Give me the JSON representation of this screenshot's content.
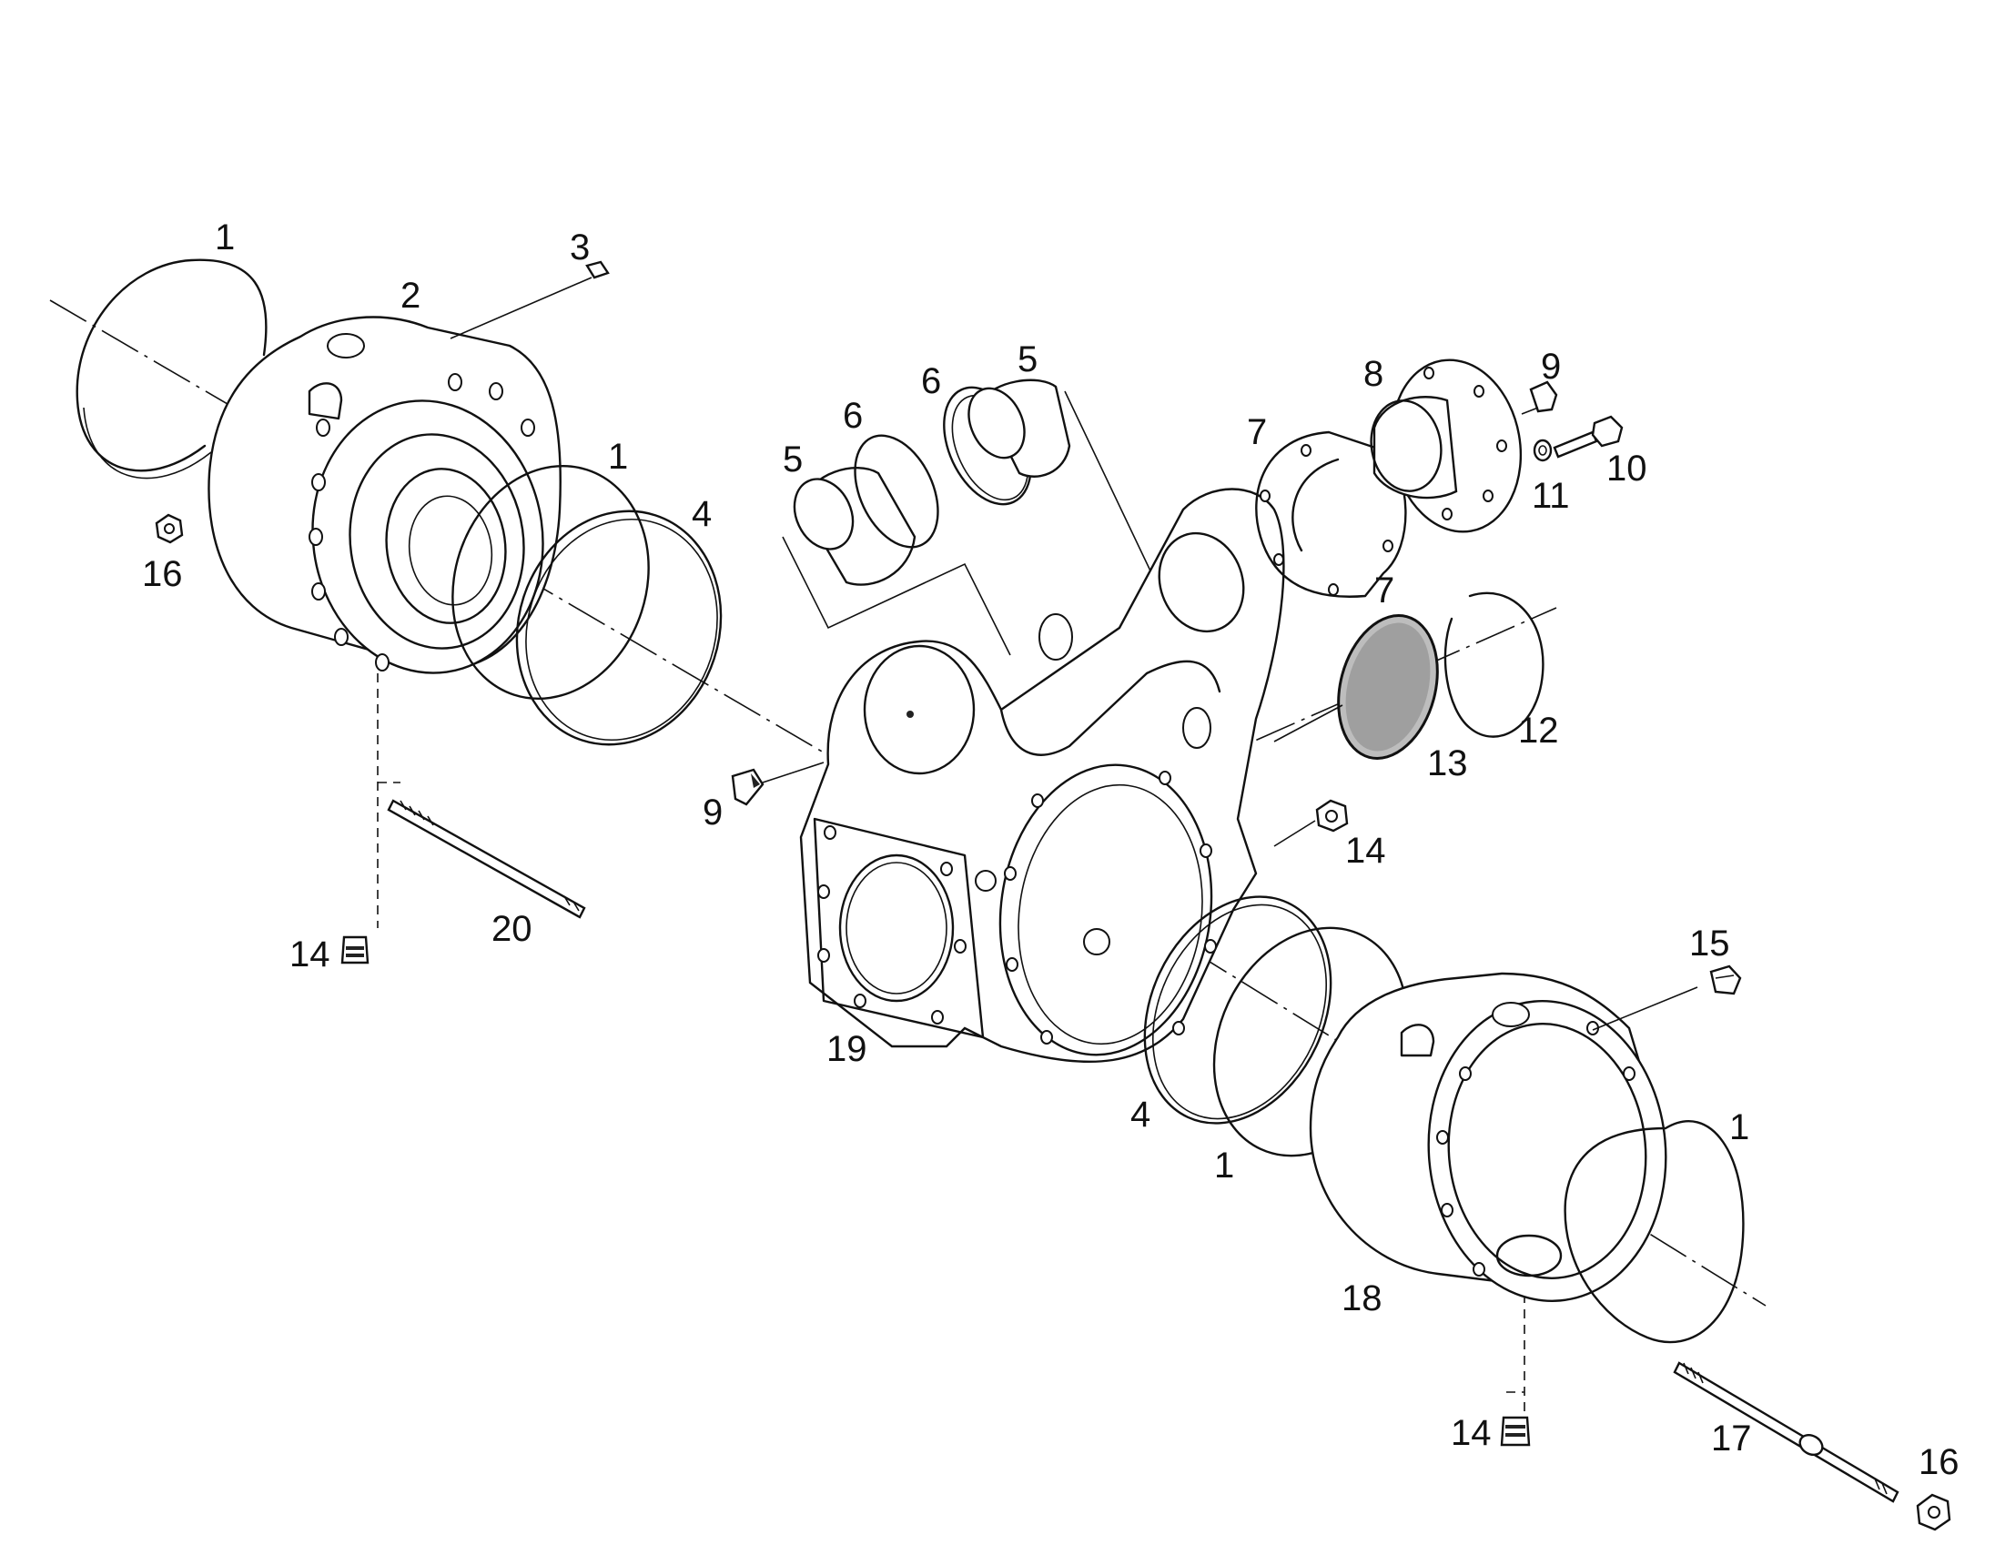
{
  "callouts": {
    "c1a": "1",
    "c2": "2",
    "c3": "3",
    "c1b": "1",
    "c4a": "4",
    "c16a": "16",
    "c5a": "5",
    "c6a": "6",
    "c6b": "6",
    "c5b": "5",
    "c8": "8",
    "c9a": "9",
    "c7a": "7",
    "c10": "10",
    "c11": "11",
    "c7b": "7",
    "c12": "12",
    "c13": "13",
    "c9b": "9",
    "c14a": "14",
    "c14b": "14",
    "c20": "20",
    "c19": "19",
    "c15": "15",
    "c4b": "4",
    "c1c": "1",
    "c1d": "1",
    "c18": "18",
    "c14c": "14",
    "c17": "17",
    "c16b": "16"
  }
}
